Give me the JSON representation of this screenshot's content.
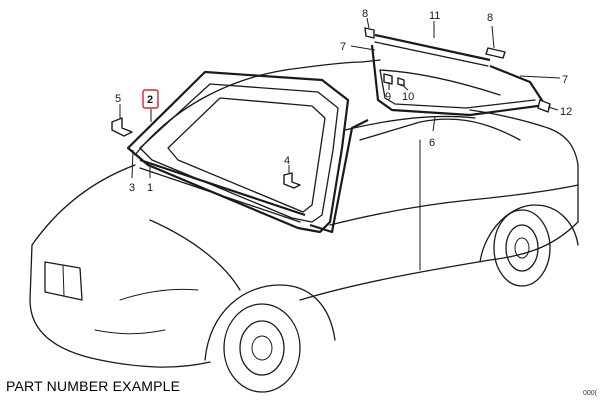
{
  "callouts": [
    {
      "id": "1",
      "label": "1"
    },
    {
      "id": "2",
      "label": "2",
      "highlighted": true
    },
    {
      "id": "3",
      "label": "3"
    },
    {
      "id": "4",
      "label": "4"
    },
    {
      "id": "5",
      "label": "5"
    },
    {
      "id": "6",
      "label": "6"
    },
    {
      "id": "7a",
      "label": "7"
    },
    {
      "id": "7b",
      "label": "7"
    },
    {
      "id": "8a",
      "label": "8"
    },
    {
      "id": "8b",
      "label": "8"
    },
    {
      "id": "9",
      "label": "9"
    },
    {
      "id": "10",
      "label": "10"
    },
    {
      "id": "11",
      "label": "11"
    },
    {
      "id": "12",
      "label": "12"
    }
  ],
  "footer": {
    "caption": "PART NUMBER EXAMPLE",
    "code": "000("
  },
  "colors": {
    "highlight": "#e0202a",
    "ink": "#1a1a1a"
  }
}
